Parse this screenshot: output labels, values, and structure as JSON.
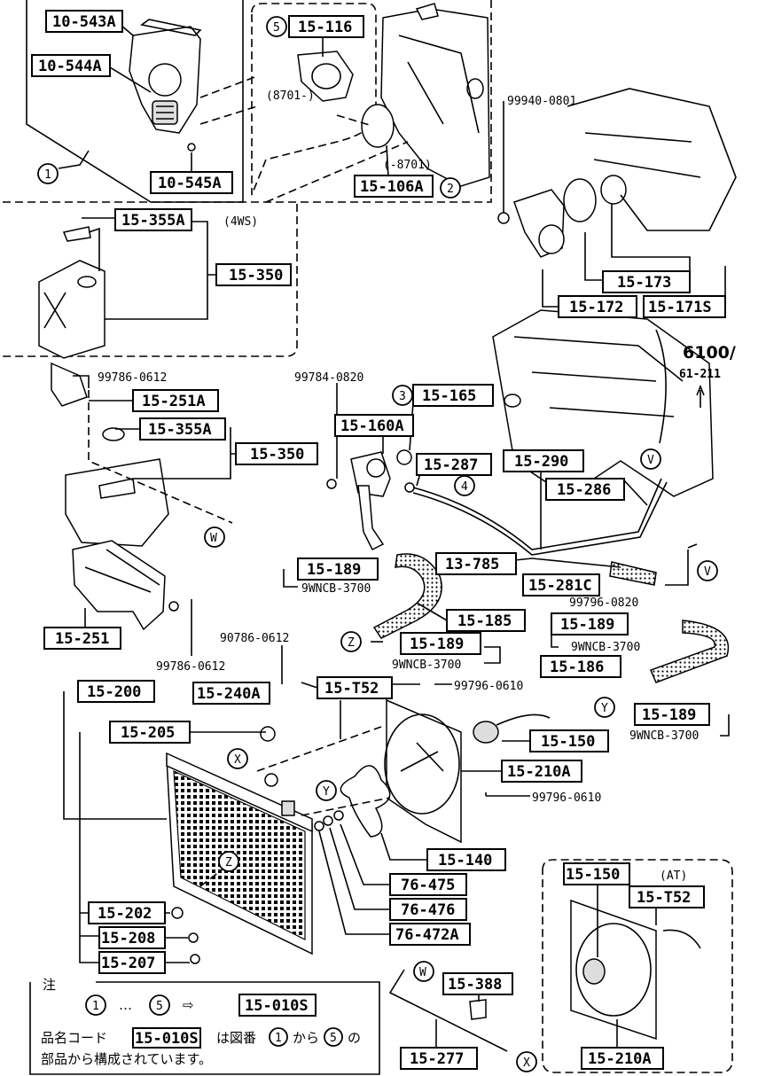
{
  "parts": {
    "p10_543A": "10-543A",
    "p10_544A": "10-544A",
    "p10_545A": "10-545A",
    "p15_116": "15-116",
    "p15_106A": "15-106A",
    "p15_355A_top": "15-355A",
    "p15_350_top": "15-350",
    "p15_173": "15-173",
    "p15_172": "15-172",
    "p15_171S": "15-171S",
    "p15_251A": "15-251A",
    "p15_355A": "15-355A",
    "p15_350": "15-350",
    "p15_165": "15-165",
    "p15_160A": "15-160A",
    "p15_287": "15-287",
    "p15_290": "15-290",
    "p15_286": "15-286",
    "p15_189_a": "15-189",
    "p13_785": "13-785",
    "p15_281C": "15-281C",
    "p15_251": "15-251",
    "p15_185": "15-185",
    "p15_189_b": "15-189",
    "p15_189_c": "15-189",
    "p15_186": "15-186",
    "p15_200": "15-200",
    "p15_240A": "15-240A",
    "p15_T52": "15-T52",
    "p15_189_d": "15-189",
    "p15_205": "15-205",
    "p15_150": "15-150",
    "p15_210A": "15-210A",
    "p15_140": "15-140",
    "p76_475": "76-475",
    "p76_476": "76-476",
    "p76_472A": "76-472A",
    "p15_202": "15-202",
    "p15_208": "15-208",
    "p15_207": "15-207",
    "p15_150_at": "15-150",
    "p15_T52_at": "15-T52",
    "p15_210A_at": "15-210A",
    "p15_388": "15-388",
    "p15_277": "15-277",
    "p15_010S": "15-010S",
    "p15_010S_note": "15-010S"
  },
  "labels": {
    "b99940": "99940-0801",
    "b99786_top": "99786-0612",
    "b99784": "99784-0820",
    "b99796_0820": "99796-0820",
    "b90786": "90786-0612",
    "b99786_bot": "99786-0612",
    "b99796_0610_a": "99796-0610",
    "b99796_0610_b": "99796-0610",
    "c9wncb_a": "9WNCB-3700",
    "c9wncb_b": "9WNCB-3700",
    "c9wncb_c": "9WNCB-3700",
    "c9wncb_d": "9WNCB-3700",
    "ref6100": "6100/",
    "ref61211": "61-211",
    "serial1": "(8701-)",
    "serial2": "(-8701)",
    "fws": "(4WS)",
    "at": "(AT)"
  },
  "callouts": {
    "n1": "1",
    "n2": "2",
    "n3": "3",
    "n4": "4",
    "n5": "5",
    "v": "V",
    "v2": "V",
    "w": "W",
    "w2": "W",
    "x": "X",
    "x2": "X",
    "y": "Y",
    "y2": "Y",
    "z": "Z",
    "z2": "Z"
  },
  "note": {
    "heading": "注",
    "range_from": "1",
    "range_dots": "…",
    "range_to": "5",
    "arrow": "⇨",
    "line2_prefix": "品名コード",
    "line2_mid": "は図番",
    "line2_from": "1",
    "line2_kara": "から",
    "line2_to": "5",
    "line2_no": "の",
    "line3": "部品から構成されています。"
  }
}
